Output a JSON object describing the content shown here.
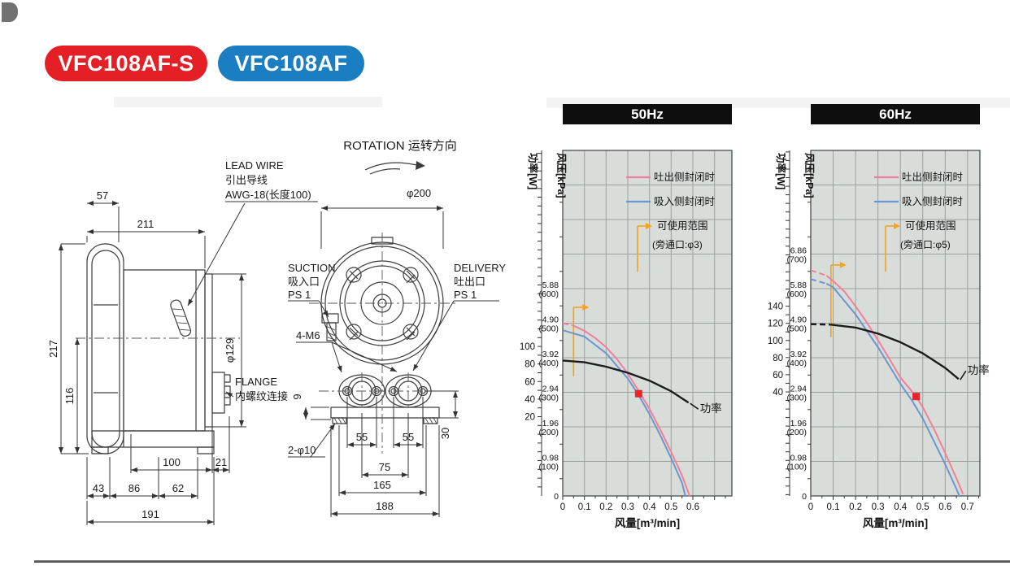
{
  "badges": [
    {
      "label": "VFC108AF-S",
      "color": "#e51f26"
    },
    {
      "label": "VFC108AF",
      "color": "#1b7dc2"
    }
  ],
  "drawings": {
    "side_view": {
      "dims": {
        "d211": "211",
        "d57": "57",
        "d217": "217",
        "d116": "116",
        "d129": "φ129",
        "d100": "100",
        "d21": "21",
        "d43": "43",
        "d86": "86",
        "d62": "62",
        "d191": "191"
      },
      "labels": {
        "lead_wire": "LEAD WIRE",
        "lead_wire_cn": "引出导线",
        "lead_wire_spec": "AWG-18(长度100)",
        "flange": "FLANGE",
        "flange_cn": "内螺纹连接"
      }
    },
    "front_view": {
      "dims": {
        "d200": "φ200",
        "d9": "9",
        "d30": "30",
        "d55a": "55",
        "d55b": "55",
        "d75": "75",
        "d165": "165",
        "d188": "188",
        "d2x10": "2-φ10",
        "m6": "4-M6"
      },
      "labels": {
        "rotation": "ROTATION 运转方向",
        "suction": "SUCTION",
        "suction_cn": "吸入口",
        "suction_ps": "PS 1",
        "delivery": "DELIVERY",
        "delivery_cn": "吐出口",
        "delivery_ps": "PS 1"
      }
    }
  },
  "chart_data": [
    {
      "type": "line",
      "title": "50Hz",
      "xlabel": "风量[m³/min]",
      "ylabel_left": "功率[W]",
      "ylabel_right": "风压[kPa]",
      "xlim": [
        0,
        0.78
      ],
      "x_grid_step": 0.1,
      "x_minor_step": 0.05,
      "x_ticks": [
        {
          "label": "0",
          "v": 0
        },
        {
          "label": "0.1",
          "v": 0.1
        },
        {
          "label": "0.2",
          "v": 0.2
        },
        {
          "label": "0.3",
          "v": 0.3
        },
        {
          "label": "0.4",
          "v": 0.4
        },
        {
          "label": "0.5",
          "v": 0.5
        },
        {
          "label": "0.6",
          "v": 0.6
        }
      ],
      "ylim_kpa": [
        0,
        9.8
      ],
      "kpa_grid_step": 0.98,
      "kpa_ticks": [
        {
          "kpa": "5.88",
          "mm": "(600)",
          "v": 5.88
        },
        {
          "kpa": "4.90",
          "mm": "(500)",
          "v": 4.9
        },
        {
          "kpa": "3.92",
          "mm": "(400)",
          "v": 3.92
        },
        {
          "kpa": "2.94",
          "mm": "(300)",
          "v": 2.94
        },
        {
          "kpa": "1.96",
          "mm": "(200)",
          "v": 1.96
        },
        {
          "kpa": "0.98",
          "mm": "(100)",
          "v": 0.98
        },
        {
          "kpa": "0",
          "mm": "",
          "v": 0
        }
      ],
      "power_ticks": [
        {
          "label": "100",
          "w": 100
        },
        {
          "label": "80",
          "w": 80
        },
        {
          "label": "60",
          "w": 60
        },
        {
          "label": "40",
          "w": 40
        },
        {
          "label": "20",
          "w": 20
        }
      ],
      "power_axis": {
        "kpa_at_zero": 1.75,
        "kpa_per_watt": 0.0249
      },
      "legend": [
        {
          "type": "line",
          "color": "#f0809a",
          "label": "吐出侧封闭时"
        },
        {
          "type": "line",
          "color": "#6d96cd",
          "label": "吸入侧封闭时"
        },
        {
          "type": "range",
          "color": "#f6a31d",
          "label": "可使用范围",
          "sublabel": "(旁通口:φ3)"
        }
      ],
      "series": [
        {
          "id": "discharge-side-closed-curve",
          "name": "吐出侧封闭时",
          "color": "#f0809a",
          "unit": "kPa",
          "dashed_prefix": [
            [
              0,
              4.9
            ],
            [
              0.05,
              4.83
            ]
          ],
          "points": [
            [
              0.05,
              4.83
            ],
            [
              0.1,
              4.68
            ],
            [
              0.15,
              4.48
            ],
            [
              0.2,
              4.22
            ],
            [
              0.25,
              3.88
            ],
            [
              0.3,
              3.47
            ],
            [
              0.35,
              2.98
            ],
            [
              0.4,
              2.47
            ],
            [
              0.45,
              1.88
            ],
            [
              0.5,
              1.25
            ],
            [
              0.55,
              0.58
            ],
            [
              0.585,
              0
            ]
          ]
        },
        {
          "id": "suction-side-closed-curve",
          "name": "吸入侧封闭时",
          "color": "#6d96cd",
          "unit": "kPa",
          "points": [
            [
              0,
              4.7
            ],
            [
              0.1,
              4.52
            ],
            [
              0.2,
              4.05
            ],
            [
              0.3,
              3.33
            ],
            [
              0.35,
              2.86
            ],
            [
              0.4,
              2.32
            ],
            [
              0.45,
              1.72
            ],
            [
              0.5,
              1.07
            ],
            [
              0.55,
              0.37
            ],
            [
              0.565,
              0
            ]
          ]
        },
        {
          "id": "power-curve",
          "name": "功率",
          "color": "#1c1c1c",
          "unit": "W",
          "points": [
            [
              0,
              84
            ],
            [
              0.1,
              82
            ],
            [
              0.2,
              77
            ],
            [
              0.3,
              70
            ],
            [
              0.4,
              61
            ],
            [
              0.5,
              49
            ],
            [
              0.58,
              36
            ]
          ]
        }
      ],
      "marker": {
        "x": 0.35,
        "kpa": 2.9,
        "color": "#e8232a"
      },
      "usable_range": {
        "x": 0.05,
        "kpa_top": 5.35,
        "kpa_bottom": 3.4
      },
      "power_label": "功率",
      "power_label_dx": 13,
      "power_label_dy": 6,
      "colors": {
        "bg": "#d9ddda",
        "grid": "#97a19d",
        "border": "#4a4f4d",
        "accent_orange": "#f6a31d",
        "title_bg": "#0e0e0e",
        "title_fg": "#ffffff"
      }
    },
    {
      "type": "line",
      "title": "60Hz",
      "xlabel": "风量[m³/min]",
      "ylabel_left": "功率[W]",
      "ylabel_right": "风压[kPa]",
      "xlim": [
        0,
        0.755
      ],
      "x_grid_step": 0.1,
      "x_minor_step": 0.05,
      "x_ticks": [
        {
          "label": "0",
          "v": 0
        },
        {
          "label": "0.1",
          "v": 0.1
        },
        {
          "label": "0.2",
          "v": 0.2
        },
        {
          "label": "0.3",
          "v": 0.3
        },
        {
          "label": "0.4",
          "v": 0.4
        },
        {
          "label": "0.5",
          "v": 0.5
        },
        {
          "label": "0.6",
          "v": 0.6
        },
        {
          "label": "0.7",
          "v": 0.7
        }
      ],
      "ylim_kpa": [
        0,
        9.8
      ],
      "kpa_grid_step": 0.98,
      "kpa_ticks": [
        {
          "kpa": "6.86",
          "mm": "(700)",
          "v": 6.86
        },
        {
          "kpa": "5.88",
          "mm": "(600)",
          "v": 5.88
        },
        {
          "kpa": "4.90",
          "mm": "(500)",
          "v": 4.9
        },
        {
          "kpa": "3.92",
          "mm": "(400)",
          "v": 3.92
        },
        {
          "kpa": "2.94",
          "mm": "(300)",
          "v": 2.94
        },
        {
          "kpa": "1.96",
          "mm": "(200)",
          "v": 1.96
        },
        {
          "kpa": "0.98",
          "mm": "(100)",
          "v": 0.98
        },
        {
          "kpa": "0",
          "mm": "",
          "v": 0
        }
      ],
      "power_ticks": [
        {
          "label": "140",
          "w": 140
        },
        {
          "label": "120",
          "w": 120
        },
        {
          "label": "100",
          "w": 100
        },
        {
          "label": "80",
          "w": 80
        },
        {
          "label": "60",
          "w": 60
        },
        {
          "label": "40",
          "w": 40
        }
      ],
      "power_axis": {
        "kpa_at_zero": 1.98,
        "kpa_per_watt": 0.0243
      },
      "legend": [
        {
          "type": "line",
          "color": "#f0809a",
          "label": "吐出侧封闭时"
        },
        {
          "type": "line",
          "color": "#6d96cd",
          "label": "吸入侧封闭时"
        },
        {
          "type": "range",
          "color": "#f6a31d",
          "label": "可使用范围",
          "sublabel": "(旁通口:φ5)"
        }
      ],
      "series": [
        {
          "id": "discharge-side-closed-curve",
          "name": "吐出侧封闭时",
          "color": "#f0809a",
          "unit": "kPa",
          "dashed_prefix": [
            [
              0,
              6.4
            ],
            [
              0.07,
              6.25
            ]
          ],
          "points": [
            [
              0.07,
              6.25
            ],
            [
              0.1,
              6.1
            ],
            [
              0.15,
              5.8
            ],
            [
              0.2,
              5.38
            ],
            [
              0.25,
              4.92
            ],
            [
              0.3,
              4.42
            ],
            [
              0.35,
              3.9
            ],
            [
              0.4,
              3.36
            ],
            [
              0.45,
              2.98
            ],
            [
              0.47,
              2.82
            ],
            [
              0.5,
              2.52
            ],
            [
              0.55,
              1.9
            ],
            [
              0.6,
              1.22
            ],
            [
              0.65,
              0.5
            ],
            [
              0.68,
              0.05
            ]
          ]
        },
        {
          "id": "suction-side-closed-curve",
          "name": "吸入侧封闭时",
          "color": "#6d96cd",
          "unit": "kPa",
          "dashed_prefix": [
            [
              0,
              6.15
            ],
            [
              0.07,
              6.02
            ]
          ],
          "points": [
            [
              0.07,
              6.02
            ],
            [
              0.1,
              5.92
            ],
            [
              0.2,
              5.15
            ],
            [
              0.3,
              4.22
            ],
            [
              0.4,
              3.18
            ],
            [
              0.45,
              2.72
            ],
            [
              0.5,
              2.2
            ],
            [
              0.55,
              1.55
            ],
            [
              0.6,
              0.9
            ],
            [
              0.65,
              0.2
            ],
            [
              0.663,
              0
            ]
          ]
        },
        {
          "id": "power-curve",
          "name": "功率",
          "color": "#1c1c1c",
          "unit": "W",
          "dashed_prefix": [
            [
              0,
              119
            ],
            [
              0.09,
              118.5
            ]
          ],
          "points": [
            [
              0.09,
              118.5
            ],
            [
              0.2,
              115
            ],
            [
              0.3,
              108
            ],
            [
              0.4,
              98
            ],
            [
              0.5,
              85
            ],
            [
              0.6,
              68
            ],
            [
              0.66,
              55
            ]
          ]
        }
      ],
      "marker": {
        "x": 0.47,
        "kpa": 2.82,
        "color": "#e8232a"
      },
      "usable_range": {
        "x": 0.09,
        "kpa_top": 6.55,
        "kpa_bottom": 4.5
      },
      "power_label": "功率",
      "power_label_dx": 10,
      "power_label_dy": -12,
      "colors": {
        "bg": "#d9ddda",
        "grid": "#97a19d",
        "border": "#4a4f4d",
        "accent_orange": "#f6a31d",
        "title_bg": "#0e0e0e",
        "title_fg": "#ffffff"
      }
    }
  ]
}
